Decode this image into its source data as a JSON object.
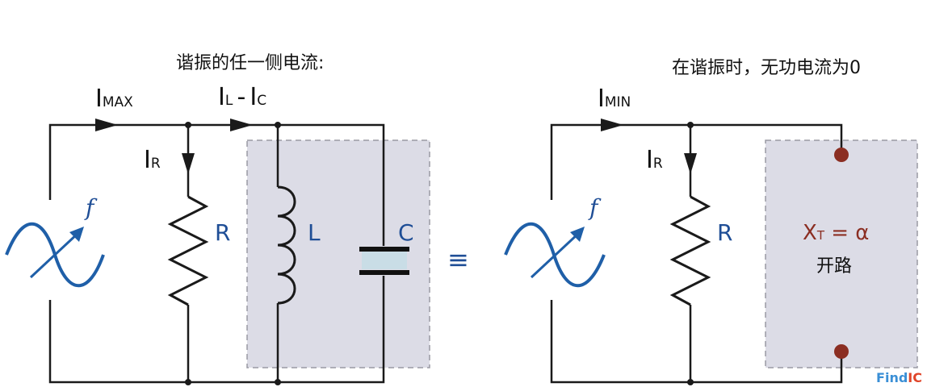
{
  "left_diagram": {
    "caption": "谐振的任一侧电流:",
    "current_total": {
      "main": "I",
      "sub": "MAX"
    },
    "current_branch": {
      "main1": "I",
      "sub1": "L",
      "dash": "-",
      "main2": "I",
      "sub2": "C"
    },
    "current_resistor": {
      "main": "I",
      "sub": "R"
    },
    "source_label": "f",
    "resistor_label": "R",
    "inductor_label": "L",
    "capacitor_label": "C"
  },
  "equivalence_symbol": "≡",
  "right_diagram": {
    "caption": "在谐振时，无功电流为0",
    "current_total": {
      "main": "I",
      "sub": "MIN"
    },
    "current_resistor": {
      "main": "I",
      "sub": "R"
    },
    "source_label": "f",
    "resistor_label": "R",
    "reactance_label": {
      "main": "X",
      "sub": "T",
      "rest": " = α"
    },
    "open_circuit_label": "开路"
  },
  "watermark": {
    "part1": "Find",
    "part2": "IC"
  },
  "colors": {
    "wire": "#1a1a1a",
    "label_blue": "#1f4e96",
    "source_wave": "#1f5fa8",
    "shaded_box": "#dcdce6",
    "capacitor_fill": "#c9dde6",
    "terminal": "#8b2e22",
    "reactance_text": "#8b2e22"
  }
}
